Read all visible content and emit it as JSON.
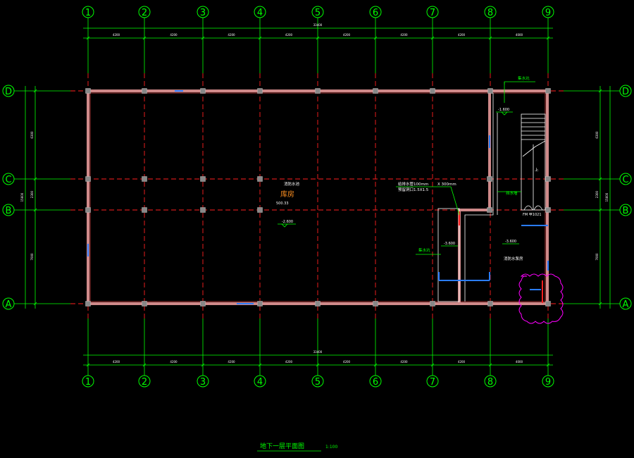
{
  "drawing": {
    "title": "地下一层平面图",
    "scale": "1:100",
    "room_name": "库房",
    "room_note_top": "消防水池",
    "room_note_area": "500.33",
    "floor_elev_main": "-2.600",
    "elev_stair": "-1.600",
    "elev_shaft": "-3.600",
    "elev_pump": "-3.600",
    "label_collect_well_top": "集水坑",
    "label_collect_well_mid": "集水坑",
    "label_wall_note": "挡水墙",
    "label_pump_room": "消防水泵房",
    "label_pipe_note_1": "给排水管100mm",
    "label_pipe_note_2": "预留洞口1.5X1.5",
    "label_pipe_size": "X 300mm",
    "label_up": "上",
    "label_door_mark": "FM 甲1021"
  },
  "axes": {
    "vertical": [
      "1",
      "2",
      "3",
      "4",
      "5",
      "6",
      "7",
      "8",
      "9"
    ],
    "horizontal": [
      "D",
      "C",
      "B",
      "A"
    ]
  },
  "dimensions": {
    "top_total": "33400",
    "top_segments": [
      "4200",
      "4200",
      "4200",
      "4200",
      "4200",
      "4200",
      "4200",
      "4000"
    ],
    "bottom_total": "33400",
    "bottom_segments": [
      "4200",
      "4200",
      "4200",
      "4200",
      "4200",
      "4200",
      "4200",
      "4000"
    ],
    "left_total": "15600",
    "left_segments": [
      "6300",
      "2300",
      "7000"
    ],
    "right_total": "15600",
    "right_segments": [
      "6300",
      "2300",
      "7000"
    ]
  },
  "colors": {
    "background": "#000000",
    "axis": "#00ff00",
    "grid": "#ff2020",
    "wall": "#d08a8a",
    "accent_blue": "#2a7cff",
    "cloud": "#ff00ff",
    "room_label": "#ff9020"
  }
}
